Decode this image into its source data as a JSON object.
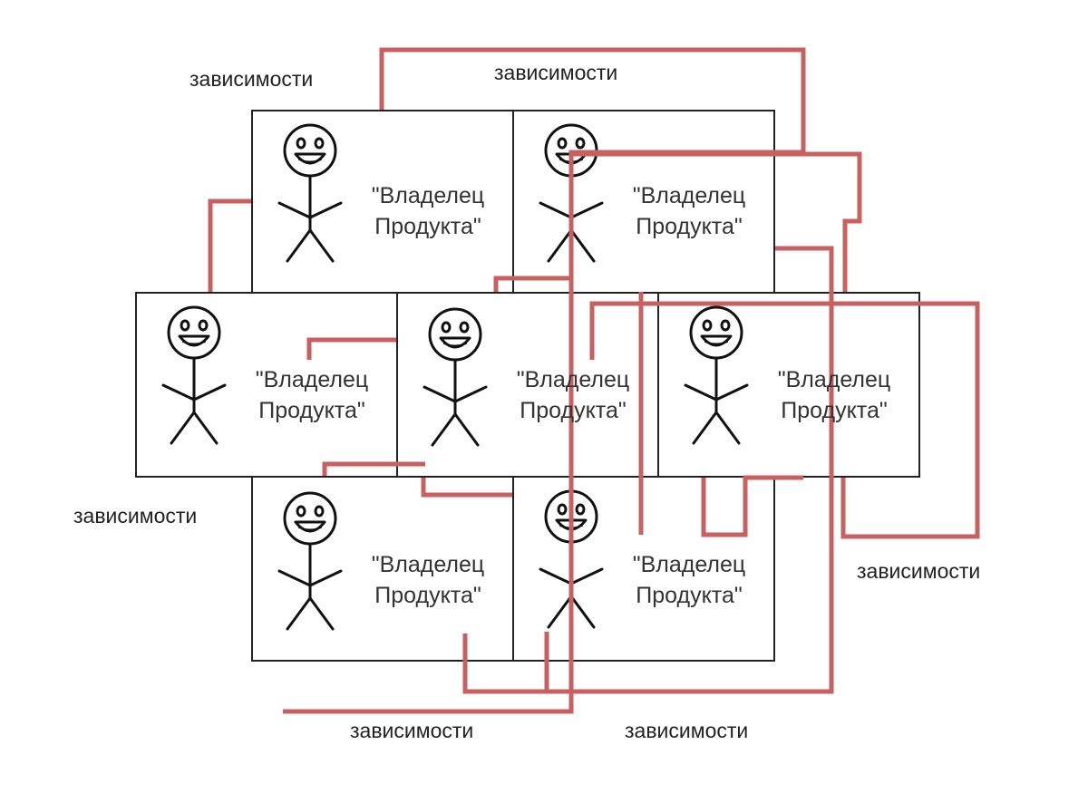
{
  "diagram": {
    "colors": {
      "box_border": "#222222",
      "dependency_line": "#c96060",
      "figure": "#111111"
    },
    "teams": [
      {
        "id": "t1",
        "label_line1": "\"Владелец",
        "label_line2": "Продукта\"",
        "icon": "stick-figure-icon"
      },
      {
        "id": "t2",
        "label_line1": "\"Владелец",
        "label_line2": "Продукта\"",
        "icon": "stick-figure-icon"
      },
      {
        "id": "t3",
        "label_line1": "\"Владелец",
        "label_line2": "Продукта\"",
        "icon": "stick-figure-icon"
      },
      {
        "id": "t4",
        "label_line1": "\"Владелец",
        "label_line2": "Продукта\"",
        "icon": "stick-figure-icon"
      },
      {
        "id": "t5",
        "label_line1": "\"Владелец",
        "label_line2": "Продукта\"",
        "icon": "stick-figure-icon"
      },
      {
        "id": "t6",
        "label_line1": "\"Владелец",
        "label_line2": "Продукта\"",
        "icon": "stick-figure-icon"
      },
      {
        "id": "t7",
        "label_line1": "\"Владелец",
        "label_line2": "Продукта\"",
        "icon": "stick-figure-icon"
      }
    ],
    "dependency_labels": [
      "зависимости",
      "зависимости",
      "зависимости",
      "зависимости",
      "зависимости",
      "зависимости"
    ]
  }
}
